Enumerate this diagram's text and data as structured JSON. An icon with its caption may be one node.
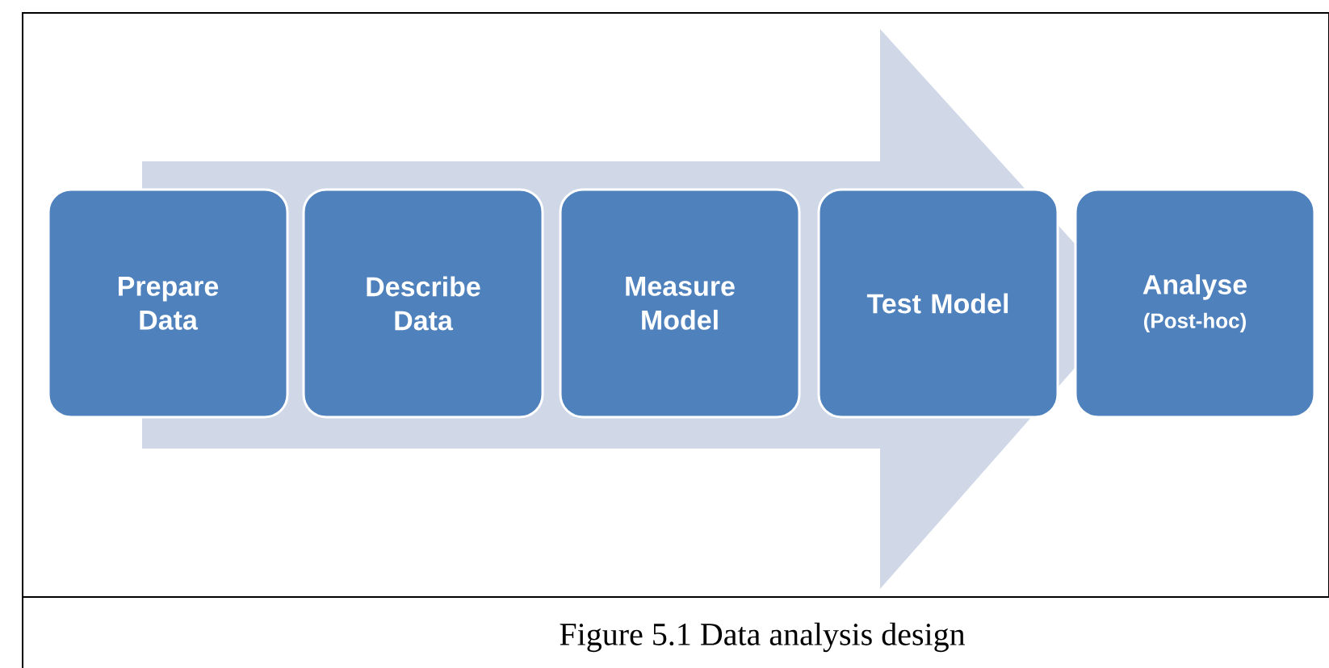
{
  "diagram": {
    "caption": "Figure 5.1 Data analysis design",
    "nodes": [
      {
        "text": [
          "Prepare Data"
        ]
      },
      {
        "text": [
          "Describe Data"
        ]
      },
      {
        "text": [
          "Measure Model"
        ]
      },
      {
        "text": [
          "Test Model"
        ]
      },
      {
        "text": [
          "Analyse",
          "(Post-hoc)"
        ]
      }
    ],
    "edges": [
      {
        "from": 0,
        "to": 4,
        "arrow": "to"
      }
    ]
  }
}
